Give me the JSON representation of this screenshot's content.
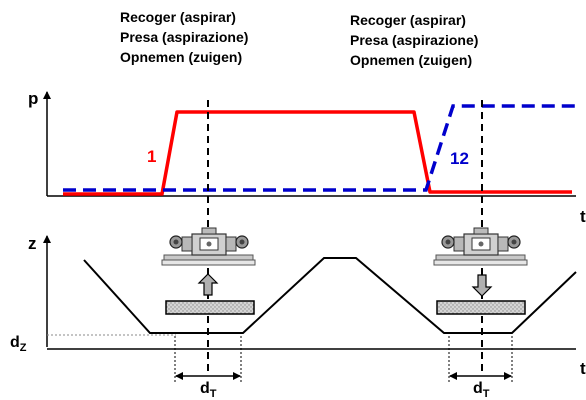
{
  "captions": {
    "left": [
      "Recoger (aspirar)",
      "Presa (aspirazione)",
      "Opnemen (zuigen)"
    ],
    "right": [
      "Recoger (aspirar)",
      "Presa (aspirazione)",
      "Opnemen (zuigen)"
    ]
  },
  "top_plot": {
    "y_axis_label": "p",
    "x_axis_label": "t",
    "red_curve_label": "1",
    "blue_curve_label": "12",
    "colors": {
      "red": "#ff0000",
      "blue": "#0000cc"
    }
  },
  "bottom_plot": {
    "y_axis_label": "z",
    "x_axis_label": "t",
    "height_label": {
      "main": "d",
      "sub": "Z"
    },
    "width_left": {
      "main": "d",
      "sub": "T"
    },
    "width_right": {
      "main": "d",
      "sub": "T"
    }
  }
}
